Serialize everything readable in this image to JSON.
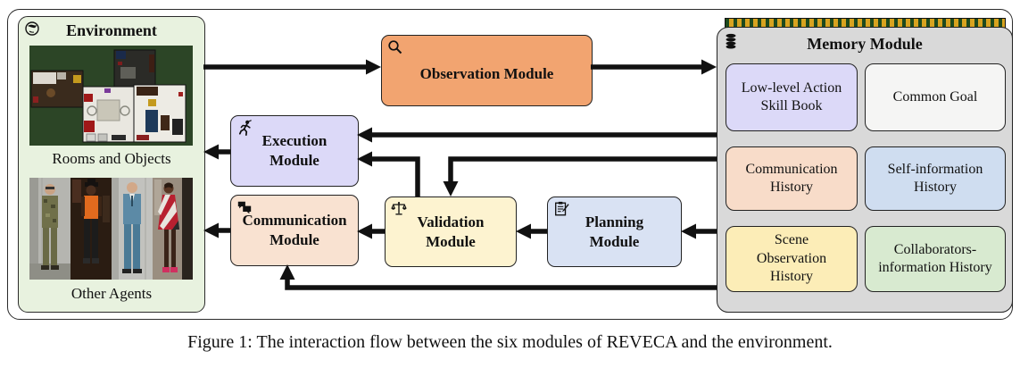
{
  "figure_caption": "Figure 1: The interaction flow between the six modules of REVECA and the environment.",
  "colors": {
    "environment_bg": "#e8f2df",
    "observation_bg": "#f2a470",
    "execution_bg": "#dcd9f8",
    "communication_bg": "#f9e2d1",
    "validation_bg": "#fdf3d0",
    "planning_bg": "#d9e2f3",
    "memory_bg": "#d9d9d9",
    "arrow": "#111111",
    "ram_gold": "#d8a31f",
    "ram_green": "#1d4a1d"
  },
  "environment": {
    "title": "Environment",
    "rooms_label": "Rooms and Objects",
    "agents_label": "Other Agents"
  },
  "modules": {
    "observation": {
      "label": "Observation Module",
      "icon": "magnifier-icon",
      "bg": "#f2a470"
    },
    "execution": {
      "label": "Execution Module",
      "icon": "runner-icon",
      "bg": "#dcd9f8"
    },
    "communication": {
      "label": "Communication Module",
      "icon": "speech-bubbles-icon",
      "bg": "#f9e2d1"
    },
    "validation": {
      "label": "Validation Module",
      "icon": "scales-icon",
      "bg": "#fdf3d0"
    },
    "planning": {
      "label": "Planning Module",
      "icon": "clipboard-icon",
      "bg": "#d9e2f3"
    }
  },
  "memory": {
    "title": "Memory Module",
    "icon": "database-icon",
    "bg": "#d9d9d9",
    "items": [
      {
        "label": "Low-level Action Skill Book",
        "bg": "#dcd9f8"
      },
      {
        "label": "Common Goal",
        "bg": "#f5f5f4"
      },
      {
        "label": "Communication History",
        "bg": "#f8dcc9"
      },
      {
        "label": "Self-information History",
        "bg": "#cfddf0"
      },
      {
        "label": "Scene Observation History",
        "bg": "#fcedb7"
      },
      {
        "label": "Collaborators-information History",
        "bg": "#d8ead0"
      }
    ]
  }
}
